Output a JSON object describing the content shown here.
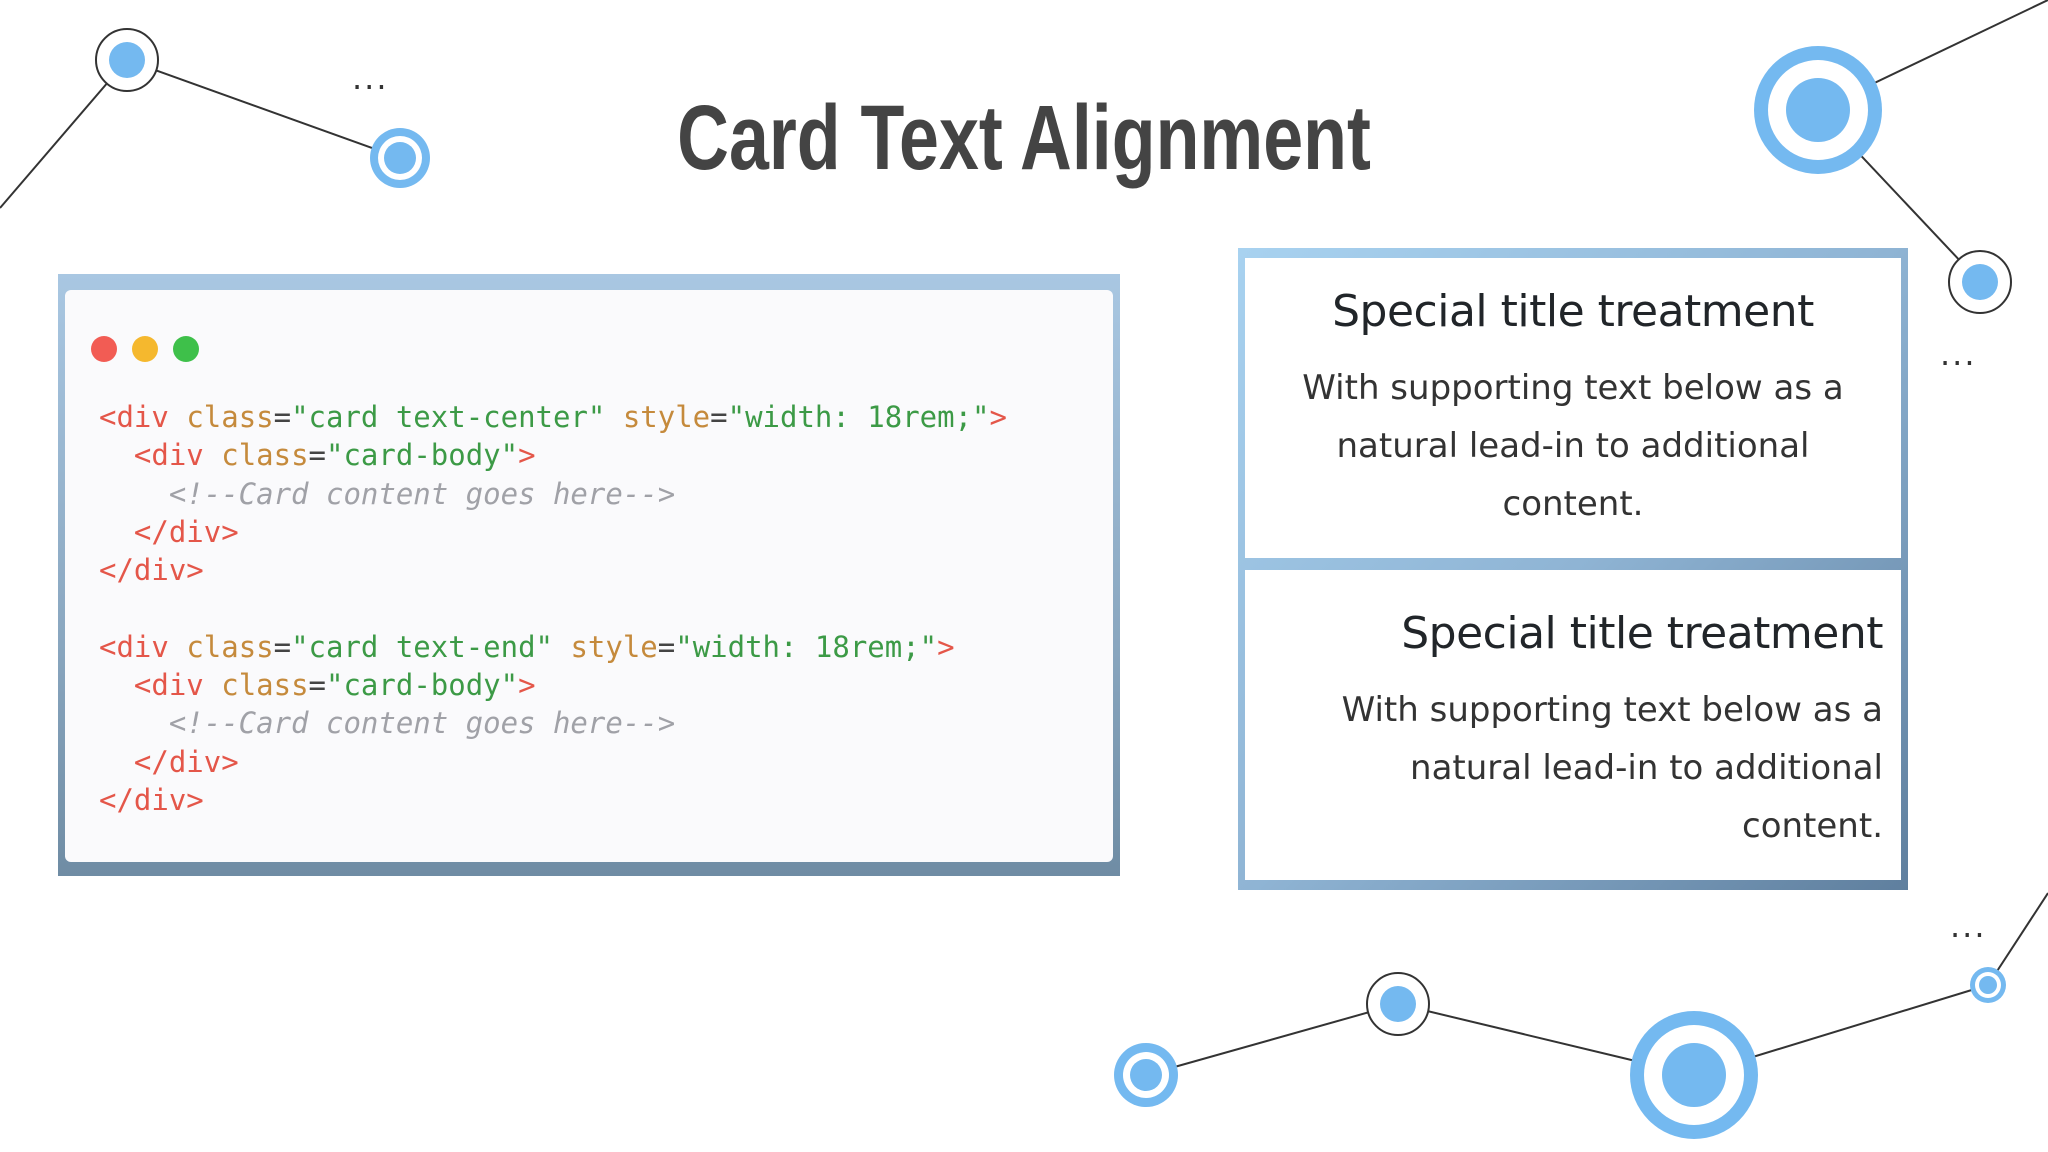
{
  "slide": {
    "title": "Card Text Alignment",
    "decor": {
      "ellipsis": "...",
      "accent_color": "#74b9f0",
      "ring_color": "#74b9f0",
      "line_color": "#333333"
    }
  },
  "code_window": {
    "traffic_lights": [
      "#f25c54",
      "#f5b82e",
      "#3ec04a"
    ],
    "snippet_1": {
      "open_tag": "<div",
      "class_attr": "class",
      "class_value": "\"card text-center\"",
      "style_attr": "style",
      "style_value": "\"width: 18rem;\"",
      "close_bracket": ">",
      "inner_open_tag": "<div",
      "inner_class_attr": "class",
      "inner_class_value": "\"card-body\"",
      "inner_close_bracket": ">",
      "comment": "<!--Card content goes here-->",
      "inner_close_tag": "</div>",
      "close_tag": "</div>"
    },
    "snippet_2": {
      "open_tag": "<div",
      "class_attr": "class",
      "class_value": "\"card text-end\"",
      "style_attr": "style",
      "style_value": "\"width: 18rem;\"",
      "close_bracket": ">",
      "inner_open_tag": "<div",
      "inner_class_attr": "class",
      "inner_class_value": "\"card-body\"",
      "inner_close_bracket": ">",
      "comment": "<!--Card content goes here-->",
      "inner_close_tag": "</div>",
      "close_tag": "</div>"
    }
  },
  "cards": [
    {
      "alignment": "center",
      "title": "Special title treatment",
      "text": "With supporting text below as a natural lead-in to additional content."
    },
    {
      "alignment": "right",
      "title": "Special title treatment",
      "text": "With supporting text below as a natural lead-in to additional content."
    }
  ]
}
